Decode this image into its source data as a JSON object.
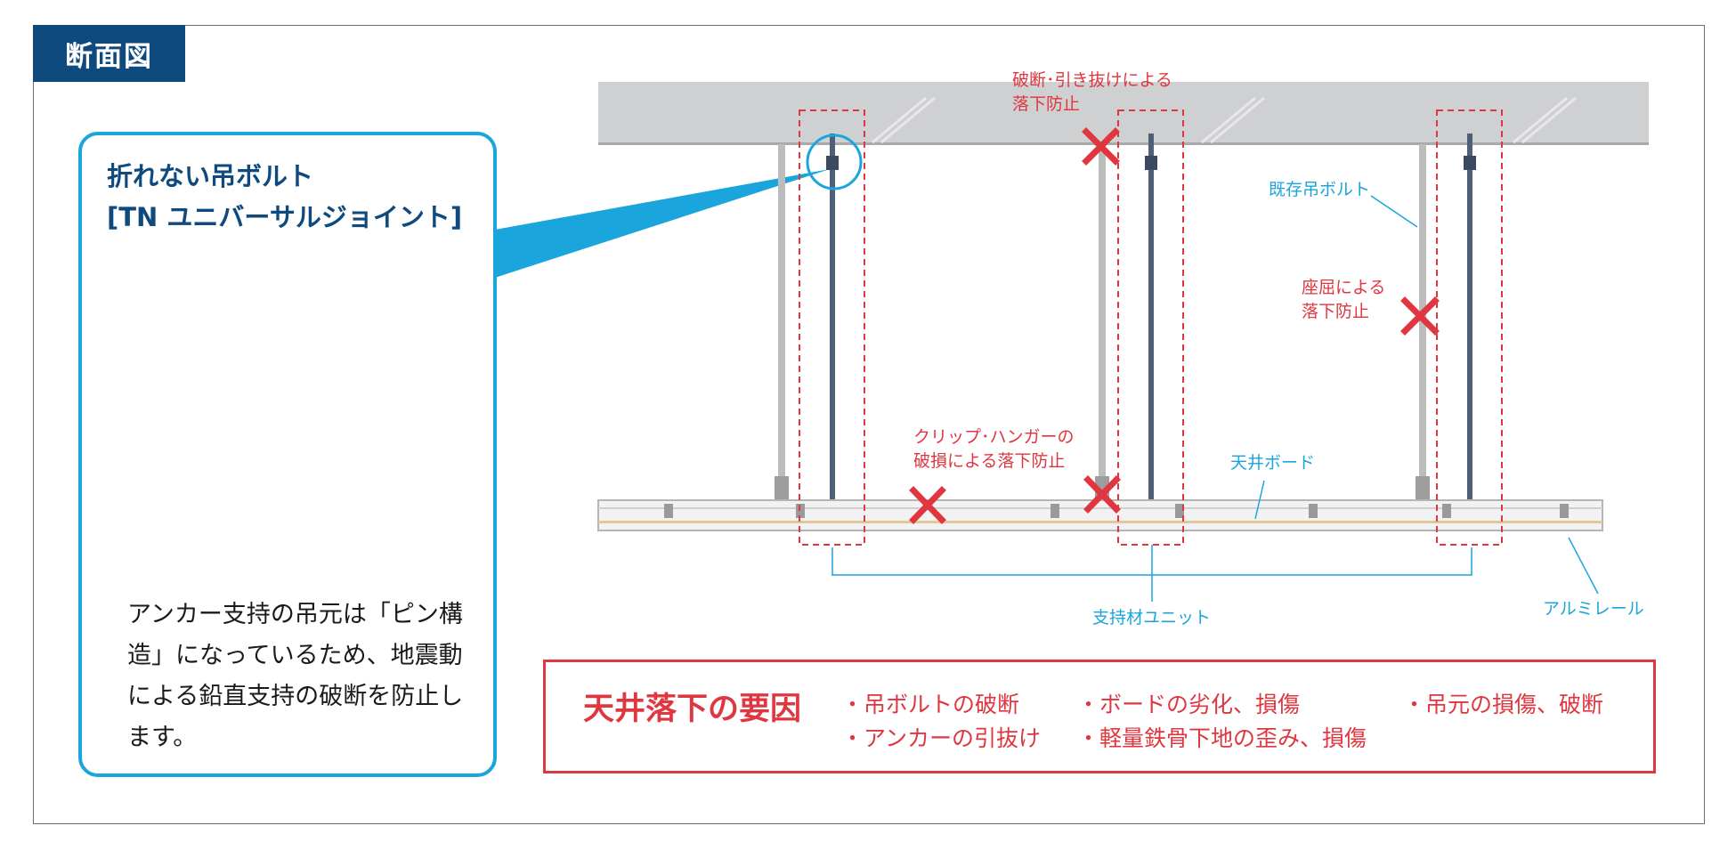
{
  "header": {
    "title": "断面図"
  },
  "callout": {
    "title_line1": "折れない吊ボルト",
    "title_line2": "[TN ユニバーサルジョイント]",
    "description": "アンカー支持の吊元は「ピン構造」になっているため、地震動による鉛直支持の破断を防止します。"
  },
  "labels": {
    "break_pullout": [
      "破断･引き抜けによる",
      "落下防止"
    ],
    "existing_bolt": "既存吊ボルト",
    "buckling": [
      "座屈による",
      "落下防止"
    ],
    "clip_hanger": [
      "クリップ･ハンガーの",
      "破損による落下防止"
    ],
    "ceiling_board": "天井ボード",
    "support_unit": "支持材ユニット",
    "aluminum_rail": "アルミレール"
  },
  "reasons": {
    "title": "天井落下の要因",
    "items": [
      "・吊ボルトの破断",
      "・アンカーの引抜け",
      "・ボードの劣化、損傷",
      "・軽量鉄骨下地の歪み、損傷",
      "・吊元の損傷、破断"
    ]
  },
  "colors": {
    "accent_blue": "#1aa5dc",
    "navy": "#0e4a7e",
    "red": "#e0363f"
  }
}
